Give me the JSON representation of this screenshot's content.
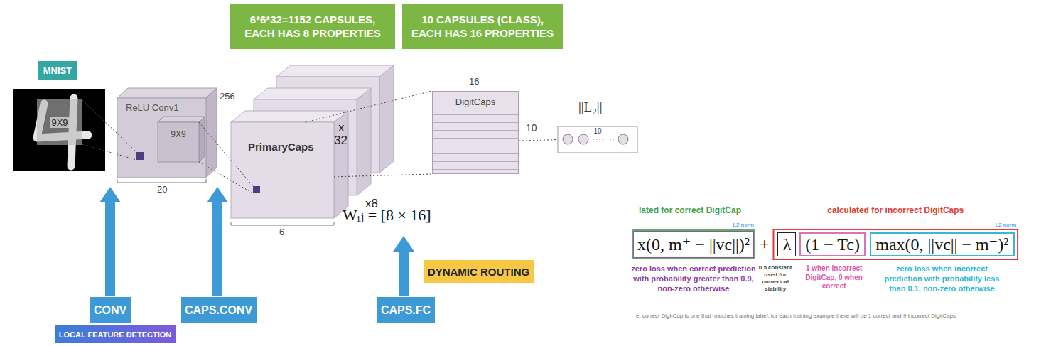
{
  "diagram": {
    "nodes": [
      {
        "text": [
          "6*6*32=1152 CAPSULES, EACH HAS 8 PROPERTIES"
        ]
      },
      {
        "text": [
          "10 CAPSULES (CLASS), EACH HAS 16 PROPERTIES"
        ]
      },
      {
        "text": [
          "MNIST"
        ]
      },
      {
        "text": [
          "9X9"
        ]
      },
      {
        "text": [
          "ReLU Conv1"
        ]
      },
      {
        "text": [
          "9X9"
        ],
        "in": 4
      },
      {
        "text": [
          "PrimaryCaps"
        ]
      },
      {
        "text": [
          "DigitCaps"
        ]
      },
      {
        "text": [
          "10"
        ]
      },
      {
        "text": [
          "DYNAMIC ROUTING"
        ]
      },
      {
        "text": [
          "CONV"
        ]
      },
      {
        "text": [
          "LOCAL FEATURE DETECTION"
        ]
      },
      {
        "text": [
          "CAPS.CONV"
        ]
      },
      {
        "text": [
          "CAPS.FC"
        ]
      },
      {
        "text": [
          "x(0, m⁺ − ||vc||)²"
        ]
      },
      {
        "text": [
          "λ"
        ]
      },
      {
        "text": [
          "(1 − Tc)"
        ]
      },
      {
        "text": [
          "max(0, ||vc|| − m⁻)²"
        ]
      }
    ],
    "edges": [
      {
        "from": 6,
        "to": 7,
        "arrow": "none"
      },
      {
        "from": 7,
        "to": 8,
        "arrow": "none"
      }
    ],
    "labels": [
      "256",
      "20",
      "x",
      "32",
      "x8",
      "6",
      "16",
      "10",
      "||L₂||",
      "Wᵢⱼ = [8 × 16]",
      "lated for correct DigitCap",
      "calculated for incorrect DigitCaps",
      "L2 norm",
      "L2 norm",
      "+",
      "zero loss when correct prediction with probability greater than 0.9, non-zero otherwise",
      "0.5 constant used for numerical stability",
      "1 when incorrect DigitCap, 0 when correct",
      "zero loss when incorrect prediction with probability less than 0.1, non-zero otherwise",
      "e: correct DigitCap is one that matches training label, for each training example there will be 1 correct and 9 incorrect DigitCaps"
    ]
  }
}
